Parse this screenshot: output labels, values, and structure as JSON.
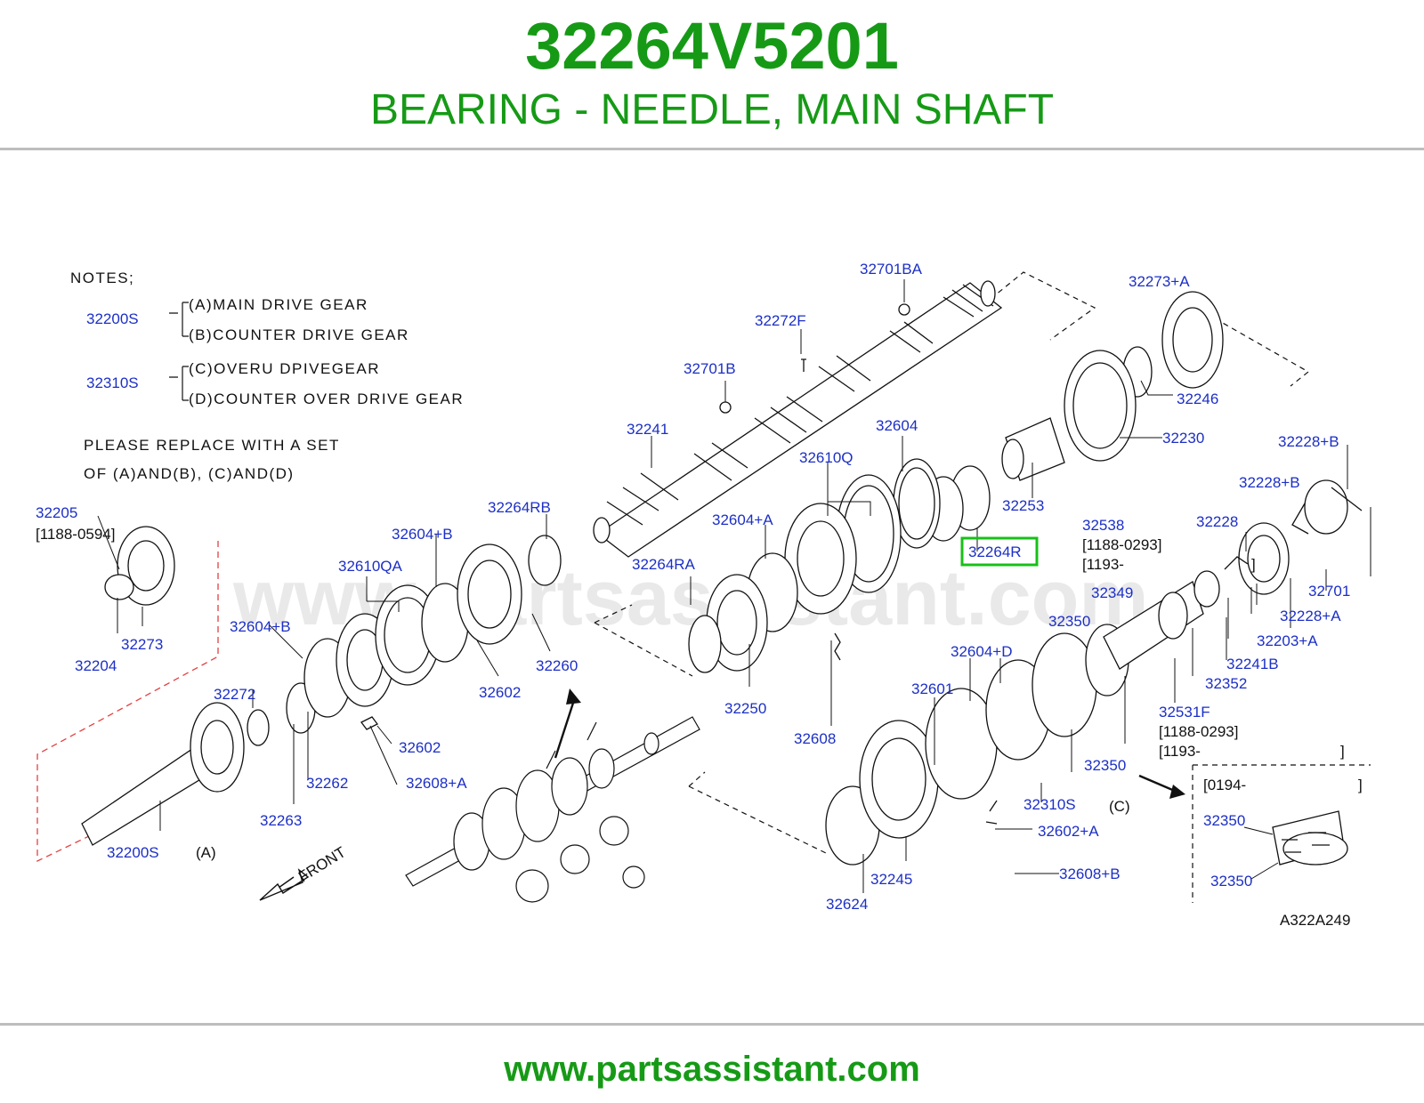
{
  "header": {
    "part_number": "32264V5201",
    "part_title": "BEARING - NEEDLE, MAIN SHAFT"
  },
  "notes": {
    "heading": "NOTES;",
    "group_a_code": "32200S",
    "group_a_line1": "(A)MAIN  DRIVE  GEAR",
    "group_a_line2": "(B)COUNTER  DRIVE  GEAR",
    "group_b_code": "32310S",
    "group_b_line1": "(C)OVERU  DPIVEGEAR",
    "group_b_line2": "(D)COUNTER  OVER  DRIVE  GEAR",
    "replace_line1": "PLEASE  REPLACE  WITH  A  SET",
    "replace_line2": "OF  (A)AND(B),  (C)AND(D)"
  },
  "watermark": "www.partsassistant.com",
  "highlighted_part": "32264R",
  "part_labels": [
    "32701BA",
    "32273+A",
    "32272F",
    "32701B",
    "32246",
    "32241",
    "32604",
    "32230",
    "32228+B",
    "32610Q",
    "32228+B",
    "32253",
    "32604+A",
    "32538",
    "32228",
    "32264RB",
    "32205",
    "32604+B",
    "32264RA",
    "32610QA",
    "32349",
    "32701",
    "32604+B",
    "32350",
    "32228+A",
    "32260",
    "32604+D",
    "32203+A",
    "32273",
    "32602",
    "32241B",
    "32204",
    "32601",
    "32272",
    "32352",
    "32250",
    "32531F",
    "32602",
    "32608",
    "32262",
    "32608+A",
    "32350",
    "32263",
    "32310S",
    "32200S",
    "32602+A",
    "32245",
    "32608+B",
    "32624",
    "32350",
    "32350"
  ],
  "date_codes": {
    "d1": "[1188-0594]",
    "d2": "[1188-0293]",
    "d3": "[1193-",
    "d4": "]",
    "d5": "[1188-0293]",
    "d6": "[1193-",
    "d7": "]",
    "d8": "[0194-",
    "d9": "]"
  },
  "group_markers": {
    "a": "(A)",
    "c": "(C)"
  },
  "front_label": "FRONT",
  "diagram_code": "A322A249",
  "footer": {
    "url": "www.partsassistant.com"
  },
  "colors": {
    "brand_green": "#169a16",
    "label_blue": "#1c2fc6",
    "highlight_border": "#18c018",
    "rule_gray": "#bdbdbd"
  }
}
